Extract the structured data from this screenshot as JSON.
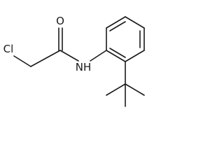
{
  "molecule": {
    "atoms": {
      "chlorine": "Cl",
      "oxygen": "O",
      "amide_nh": "NH"
    }
  }
}
